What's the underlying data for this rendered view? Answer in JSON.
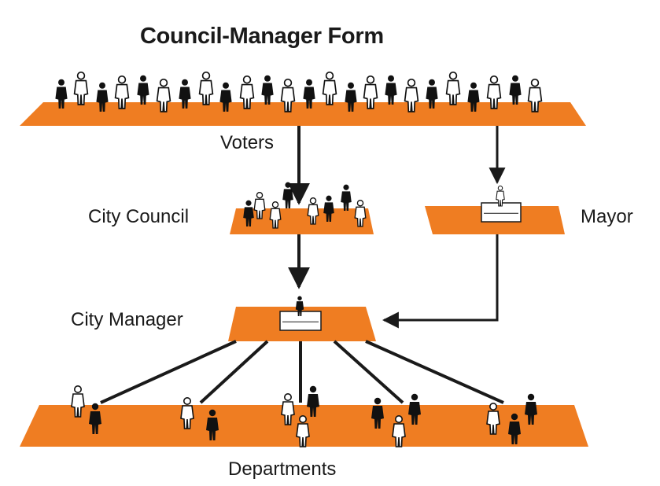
{
  "title": "Council-Manager Form",
  "labels": {
    "voters": "Voters",
    "city_council": "City Council",
    "mayor": "Mayor",
    "city_manager": "City Manager",
    "departments": "Departments"
  },
  "colors": {
    "platform": "#ef7d22",
    "figure_dark": "#111111",
    "figure_light": "#ffffff",
    "line": "#1a1a1a"
  }
}
